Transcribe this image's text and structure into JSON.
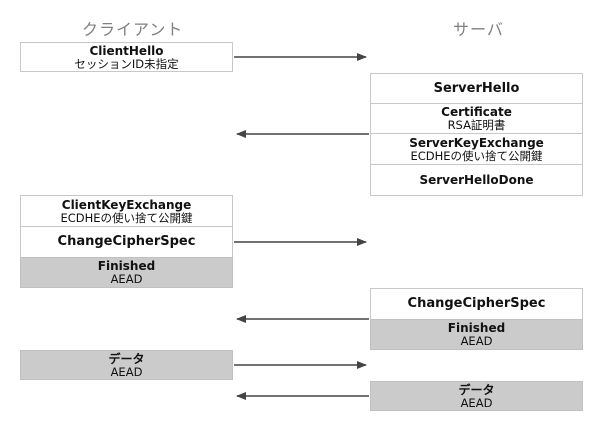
{
  "headers": {
    "client": "クライアント",
    "server": "サーバ"
  },
  "messages": {
    "client_hello": {
      "title": "ClientHello",
      "sub": "セッションID未指定"
    },
    "server_hello": {
      "title": "ServerHello"
    },
    "certificate": {
      "title": "Certificate",
      "sub": "RSA証明書"
    },
    "server_key_exchange": {
      "title": "ServerKeyExchange",
      "sub": "ECDHEの使い捨て公開鍵"
    },
    "server_hello_done": {
      "title": "ServerHelloDone"
    },
    "client_key_exchange": {
      "title": "ClientKeyExchange",
      "sub": "ECDHEの使い捨て公開鍵"
    },
    "client_change_cipher_spec": {
      "title": "ChangeCipherSpec"
    },
    "client_finished": {
      "title": "Finished",
      "sub": "AEAD"
    },
    "server_change_cipher_spec": {
      "title": "ChangeCipherSpec"
    },
    "server_finished": {
      "title": "Finished",
      "sub": "AEAD"
    },
    "client_data": {
      "title": "データ",
      "sub": "AEAD"
    },
    "server_data": {
      "title": "データ",
      "sub": "AEAD"
    }
  },
  "colors": {
    "box_border": "#c8c8c8",
    "encrypted_fill": "#cbcbcb",
    "arrow": "#444444",
    "header": "#808080"
  }
}
